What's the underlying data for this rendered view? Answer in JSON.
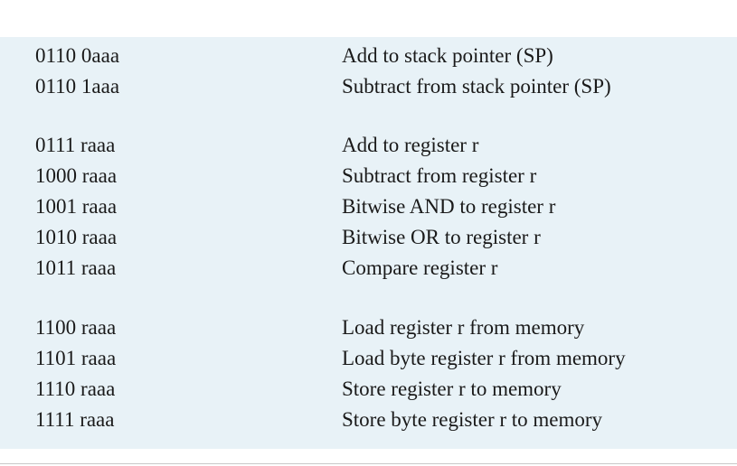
{
  "table": {
    "rows": [
      {
        "opcode": "0110 0aaa",
        "description": "Add to stack pointer (SP)"
      },
      {
        "opcode": "0110 1aaa",
        "description": "Subtract from stack pointer (SP)"
      },
      {
        "opcode": "0111 raaa",
        "description": "Add to register r"
      },
      {
        "opcode": "1000 raaa",
        "description": "Subtract from register r"
      },
      {
        "opcode": "1001 raaa",
        "description": "Bitwise AND to register r"
      },
      {
        "opcode": "1010 raaa",
        "description": "Bitwise OR to register r"
      },
      {
        "opcode": "1011 raaa",
        "description": "Compare register r"
      },
      {
        "opcode": "1100 raaa",
        "description": "Load register r from memory"
      },
      {
        "opcode": "1101 raaa",
        "description": "Load byte register r from memory"
      },
      {
        "opcode": "1110 raaa",
        "description": "Store register r to memory"
      },
      {
        "opcode": "1111 raaa",
        "description": "Store byte register r to memory"
      }
    ]
  },
  "colors": {
    "panel_background": "#e8f2f7",
    "text": "#1a1a1a",
    "page_background": "#ffffff"
  }
}
